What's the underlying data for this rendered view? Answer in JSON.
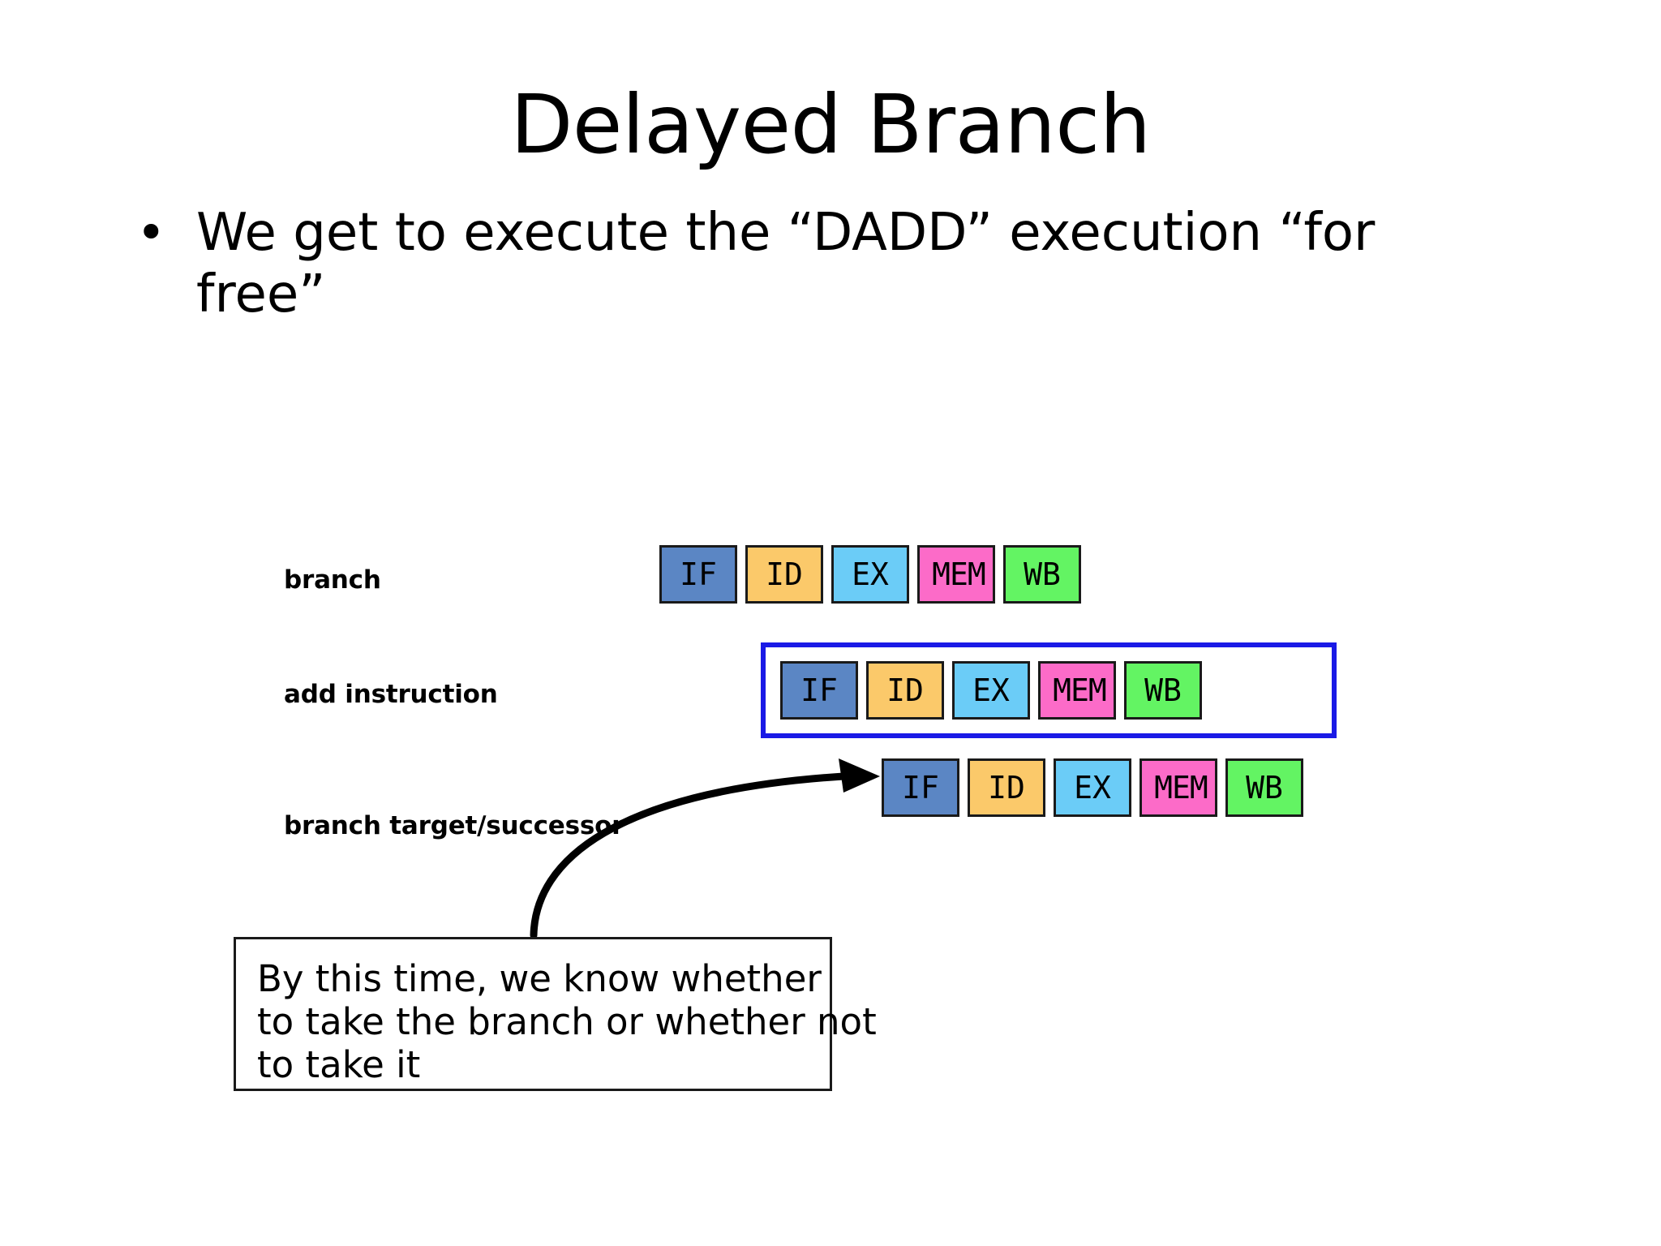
{
  "slide": {
    "title": "Delayed Branch",
    "bullets": [
      {
        "marker": "•",
        "text": "We get to execute the “DADD” execution “for free”"
      }
    ]
  },
  "diagram": {
    "stage_colors": {
      "IF": "#5b86c4",
      "ID": "#fbc96a",
      "EX": "#6bccf7",
      "MEM": "#fc6bc8",
      "WB": "#63f463"
    },
    "highlight_color": "#1a1ae6",
    "box_border_color": "#1a1a1a",
    "rows": [
      {
        "label": "branch",
        "stages": [
          "IF",
          "ID",
          "EX",
          "MEM",
          "WB"
        ],
        "highlighted": false
      },
      {
        "label": "add instruction",
        "stages": [
          "IF",
          "ID",
          "EX",
          "MEM",
          "WB"
        ],
        "highlighted": true
      },
      {
        "label": "branch target/successor",
        "stages": [
          "IF",
          "ID",
          "EX",
          "MEM",
          "WB"
        ],
        "highlighted": false
      }
    ]
  },
  "callout": {
    "lines": [
      "By this time, we know whether",
      "to take the branch or whether not",
      "to take it"
    ],
    "arrow_target": "branch-target-successor-IF"
  }
}
